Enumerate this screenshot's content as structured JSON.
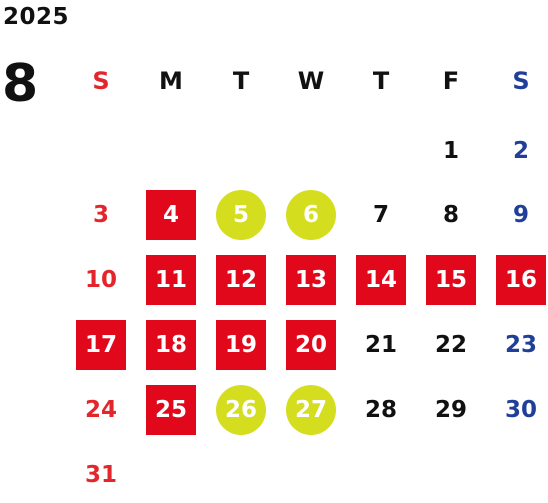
{
  "year": "2025",
  "month": "8",
  "weekdays": [
    "S",
    "M",
    "T",
    "W",
    "T",
    "F",
    "S"
  ],
  "colors": {
    "sunday_text": "#e3262b",
    "saturday_text": "#1f3f99",
    "weekday_text": "#111111",
    "red_box": "#e2081c",
    "yellow_circle": "#d5dd1f",
    "highlight_text": "#ffffff"
  },
  "weeks": [
    [
      {
        "day": "",
        "mark": "none"
      },
      {
        "day": "",
        "mark": "none"
      },
      {
        "day": "",
        "mark": "none"
      },
      {
        "day": "",
        "mark": "none"
      },
      {
        "day": "",
        "mark": "none"
      },
      {
        "day": "1",
        "mark": "none"
      },
      {
        "day": "2",
        "mark": "none"
      }
    ],
    [
      {
        "day": "3",
        "mark": "none"
      },
      {
        "day": "4",
        "mark": "red-box"
      },
      {
        "day": "5",
        "mark": "yellow-circle"
      },
      {
        "day": "6",
        "mark": "yellow-circle"
      },
      {
        "day": "7",
        "mark": "none"
      },
      {
        "day": "8",
        "mark": "none"
      },
      {
        "day": "9",
        "mark": "none"
      }
    ],
    [
      {
        "day": "10",
        "mark": "none"
      },
      {
        "day": "11",
        "mark": "red-box"
      },
      {
        "day": "12",
        "mark": "red-box"
      },
      {
        "day": "13",
        "mark": "red-box"
      },
      {
        "day": "14",
        "mark": "red-box"
      },
      {
        "day": "15",
        "mark": "red-box"
      },
      {
        "day": "16",
        "mark": "red-box"
      }
    ],
    [
      {
        "day": "17",
        "mark": "red-box"
      },
      {
        "day": "18",
        "mark": "red-box"
      },
      {
        "day": "19",
        "mark": "red-box"
      },
      {
        "day": "20",
        "mark": "red-box"
      },
      {
        "day": "21",
        "mark": "none"
      },
      {
        "day": "22",
        "mark": "none"
      },
      {
        "day": "23",
        "mark": "none"
      }
    ],
    [
      {
        "day": "24",
        "mark": "none"
      },
      {
        "day": "25",
        "mark": "red-box"
      },
      {
        "day": "26",
        "mark": "yellow-circle"
      },
      {
        "day": "27",
        "mark": "yellow-circle"
      },
      {
        "day": "28",
        "mark": "none"
      },
      {
        "day": "29",
        "mark": "none"
      },
      {
        "day": "30",
        "mark": "none"
      }
    ],
    [
      {
        "day": "31",
        "mark": "none"
      },
      {
        "day": "",
        "mark": "none"
      },
      {
        "day": "",
        "mark": "none"
      },
      {
        "day": "",
        "mark": "none"
      },
      {
        "day": "",
        "mark": "none"
      },
      {
        "day": "",
        "mark": "none"
      },
      {
        "day": "",
        "mark": "none"
      }
    ]
  ]
}
